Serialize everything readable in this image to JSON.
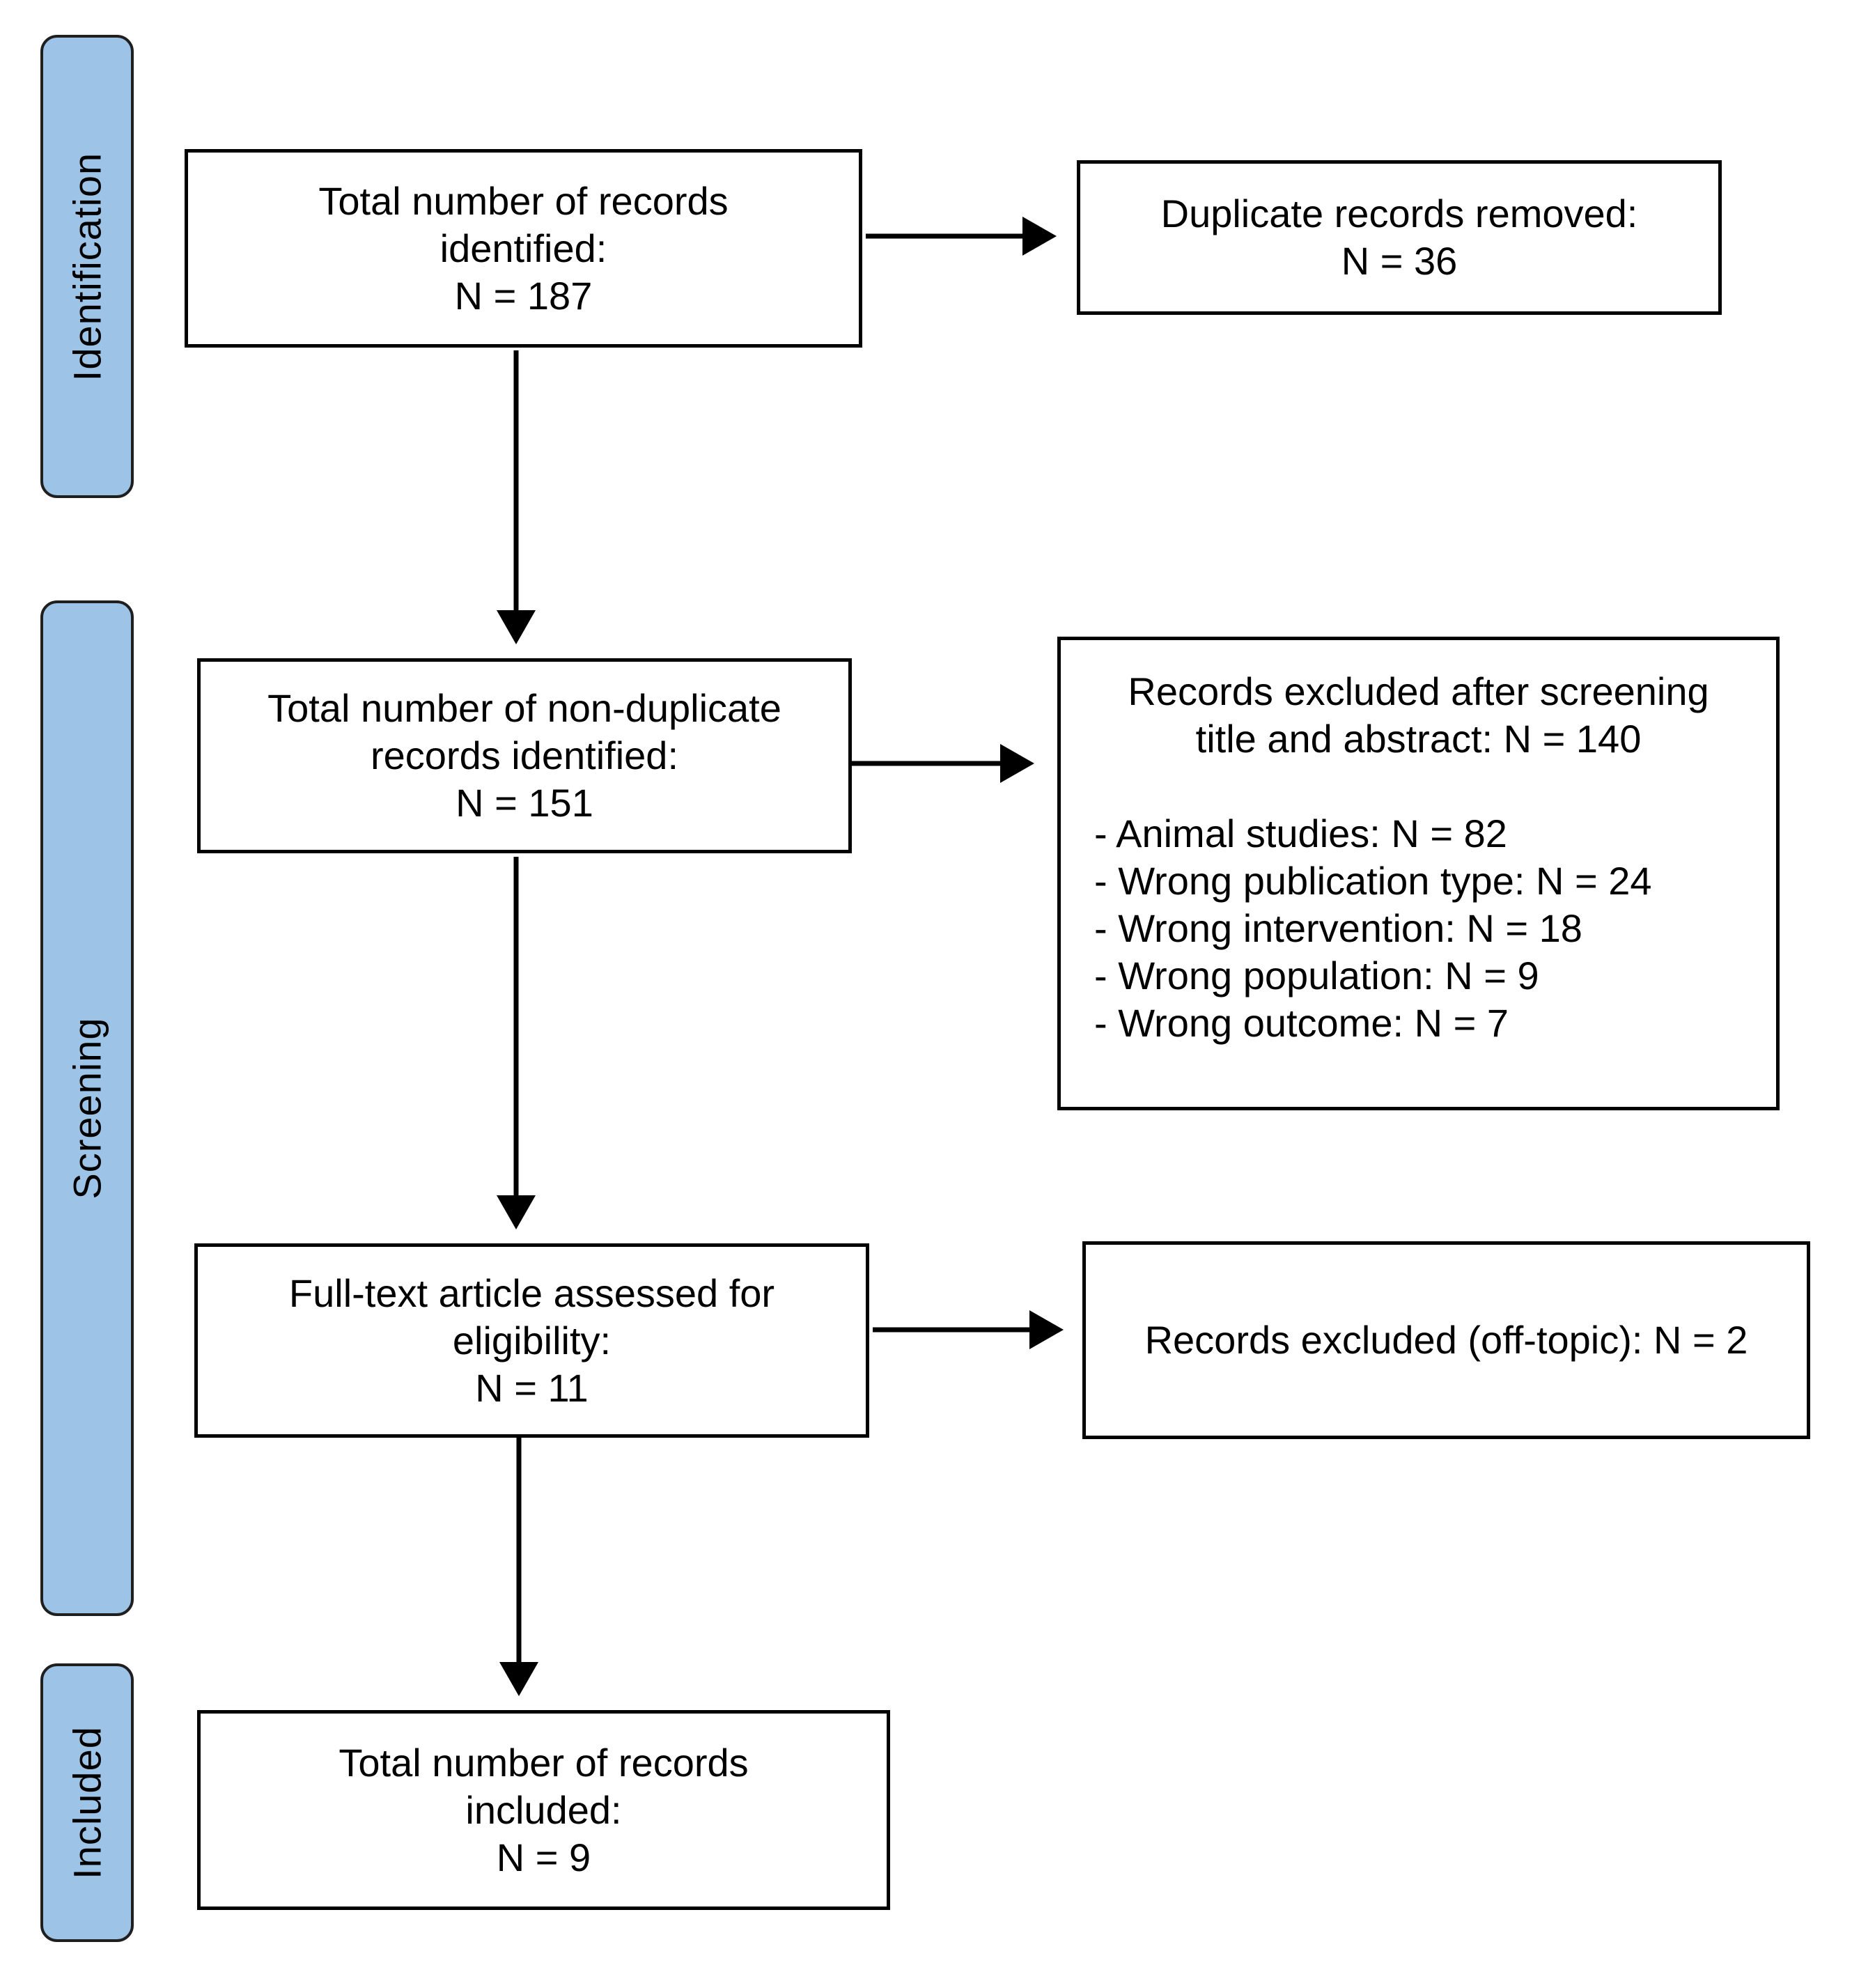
{
  "phases": {
    "identification": "Identification",
    "screening": "Screening",
    "included": "Included"
  },
  "boxes": {
    "identified": {
      "line1": "Total number of records",
      "line2": "identified:",
      "count": "N = 187"
    },
    "duplicates": {
      "line1": "Duplicate records removed:",
      "count": "N = 36"
    },
    "non_duplicate": {
      "line1": "Total number of non-duplicate",
      "line2": "records identified:",
      "count": "N = 151"
    },
    "excluded_screening": {
      "line1": "Records excluded after screening",
      "line2": "title and abstract: N = 140",
      "reasons": [
        "- Animal studies: N = 82",
        "- Wrong publication type: N = 24",
        "- Wrong intervention: N = 18",
        "- Wrong population: N = 9",
        "- Wrong outcome: N = 7"
      ]
    },
    "full_text": {
      "line1": "Full-text article assessed for",
      "line2": "eligibility:",
      "count": "N = 11"
    },
    "excluded_offtopic": {
      "line1": "Records excluded (off-topic): N = 2"
    },
    "included": {
      "line1": "Total number of records",
      "line2": "included:",
      "count": "N = 9"
    }
  }
}
